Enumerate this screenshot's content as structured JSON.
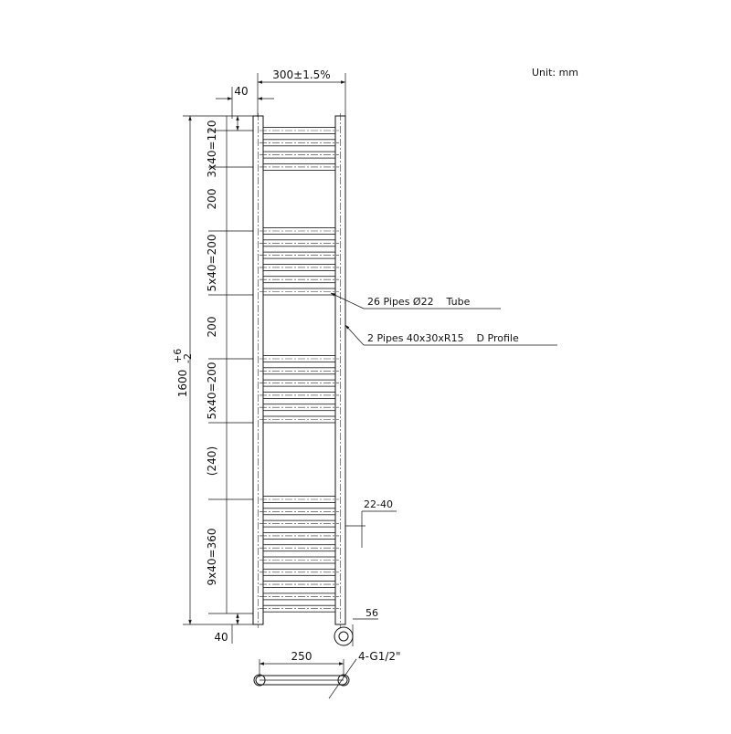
{
  "unit_note": "Unit: mm",
  "dims": {
    "width": "300±1.5%",
    "side_gap": "40",
    "height_main": "1600",
    "height_sup": "+6",
    "height_sub": "-2",
    "bottom_gap": "40",
    "pipe_centres": "250",
    "offset": "22-40",
    "depth": "56",
    "group1": "3x40=120",
    "gap1": "200",
    "group2": "5x40=200",
    "gap2": "200",
    "group3": "5x40=200",
    "gap3": "(240)",
    "group4": "9x40=360"
  },
  "callouts": {
    "tubes": "26 Pipes Ø22    Tube",
    "profiles": "2 Pipes 40x30xR15    D Profile",
    "connections": "4-G1/2\""
  }
}
